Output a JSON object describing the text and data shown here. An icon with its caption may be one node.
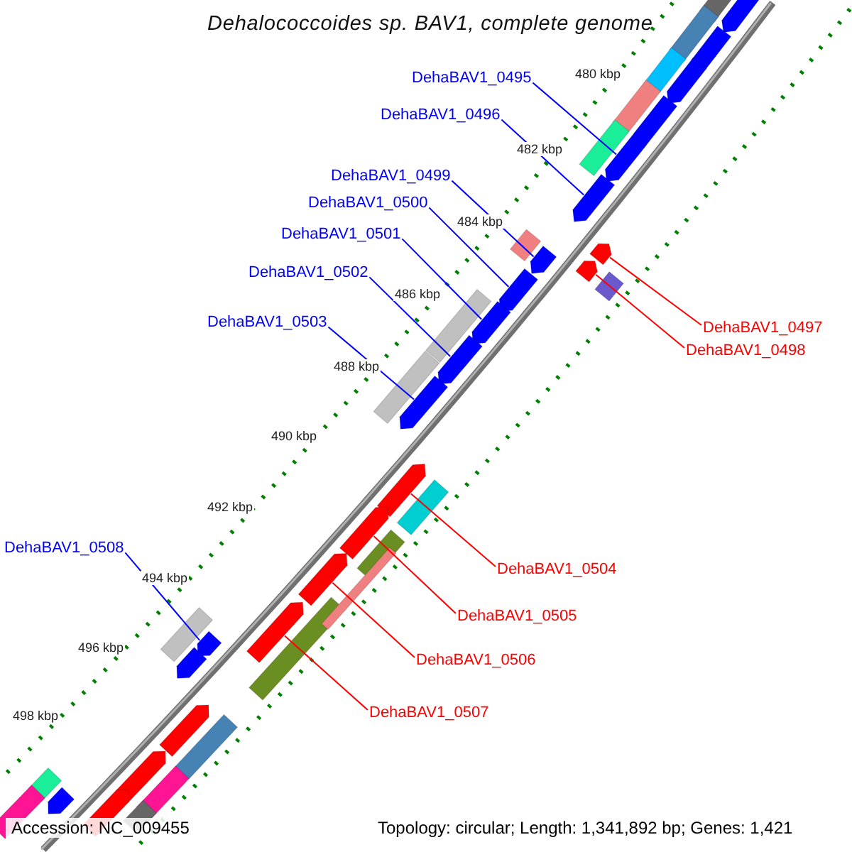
{
  "diagram": {
    "title": "Dehalococcoides sp. BAV1, complete genome",
    "nodes": [
      {
        "text": [
          "DehaBAV1_0495"
        ]
      },
      {
        "text": [
          "DehaBAV1_0496"
        ]
      },
      {
        "text": [
          "DehaBAV1_0499"
        ]
      },
      {
        "text": [
          "DehaBAV1_0500"
        ]
      },
      {
        "text": [
          "DehaBAV1_0501"
        ]
      },
      {
        "text": [
          "DehaBAV1_0502"
        ]
      },
      {
        "text": [
          "DehaBAV1_0503"
        ]
      },
      {
        "text": [
          "DehaBAV1_0497"
        ]
      },
      {
        "text": [
          "DehaBAV1_0498"
        ]
      },
      {
        "text": [
          "DehaBAV1_0508"
        ]
      },
      {
        "text": [
          "DehaBAV1_0504"
        ]
      },
      {
        "text": [
          "DehaBAV1_0505"
        ]
      },
      {
        "text": [
          "DehaBAV1_0506"
        ]
      },
      {
        "text": [
          "DehaBAV1_0507"
        ]
      },
      {
        "text": [],
        "shape": "arrow"
      },
      {
        "text": [],
        "shape": "arrow"
      },
      {
        "text": [],
        "shape": "arrow"
      },
      {
        "text": [],
        "shape": "arrow"
      },
      {
        "text": [],
        "shape": "arrow"
      },
      {
        "text": [],
        "shape": "arrow"
      },
      {
        "text": [],
        "shape": "arrow"
      },
      {
        "text": [],
        "shape": "arrow"
      },
      {
        "text": [],
        "shape": "arrow"
      },
      {
        "text": [],
        "shape": "arrow"
      },
      {
        "text": [],
        "shape": "arrow"
      },
      {
        "text": [],
        "shape": "arrow"
      },
      {
        "text": [],
        "shape": "arrow"
      },
      {
        "text": [],
        "shape": "arrow"
      },
      {
        "text": [],
        "shape": "arrow"
      },
      {
        "text": [],
        "shape": "arrow"
      },
      {
        "text": [],
        "shape": "arrow"
      },
      {
        "text": [],
        "shape": "arrow"
      },
      {
        "text": [],
        "shape": "arrow"
      },
      {
        "text": [],
        "shape": "arrow"
      },
      {
        "text": [],
        "shape": "arrow"
      },
      {
        "text": [],
        "shape": "arrow"
      },
      {
        "text": [],
        "shape": "arrow"
      }
    ],
    "edges": [
      {
        "from": 0,
        "to": 18,
        "arrow": "none"
      },
      {
        "from": 1,
        "to": 19,
        "arrow": "none"
      },
      {
        "from": 2,
        "to": 21,
        "arrow": "none"
      },
      {
        "from": 3,
        "to": 23,
        "arrow": "none"
      },
      {
        "from": 4,
        "to": 24,
        "arrow": "none"
      },
      {
        "from": 5,
        "to": 25,
        "arrow": "none"
      },
      {
        "from": 6,
        "to": 26,
        "arrow": "none"
      },
      {
        "from": 7,
        "to": 20,
        "arrow": "none",
        "color": "#ff0000"
      },
      {
        "from": 8,
        "to": 22,
        "arrow": "none",
        "color": "#ff0000"
      },
      {
        "from": 9,
        "to": 31,
        "arrow": "none"
      },
      {
        "from": 10,
        "to": 27,
        "arrow": "none",
        "color": "#ff0000"
      },
      {
        "from": 11,
        "to": 28,
        "arrow": "none",
        "color": "#ff0000"
      },
      {
        "from": 12,
        "to": 29,
        "arrow": "none",
        "color": "#ff0000"
      },
      {
        "from": 13,
        "to": 30,
        "arrow": "none",
        "color": "#ff0000"
      }
    ],
    "labels": [
      "480 kbp",
      "482 kbp",
      "484 kbp",
      "486 kbp",
      "488 kbp",
      "490 kbp",
      "492 kbp",
      "494 kbp",
      "496 kbp",
      "498 kbp",
      "Accession: NC_009455",
      "Topology: circular; Length: 1,341,892 bp; Genes: 1,421"
    ]
  }
}
